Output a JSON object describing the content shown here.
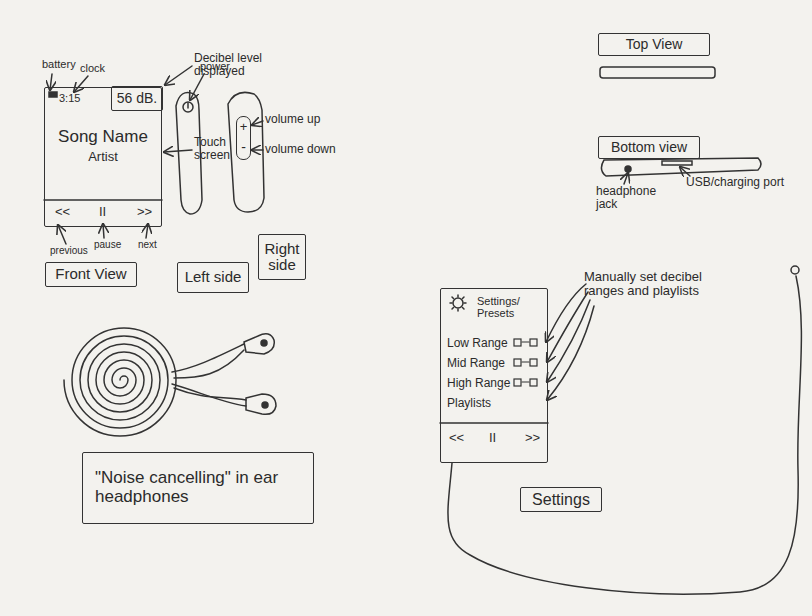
{
  "diagram": {
    "nodes": [
      {
        "text": [
          "3:15",
          "Song Name",
          "Artist",
          "<<",
          "II",
          ">>"
        ]
      },
      {
        "text": [
          "56 dB."
        ],
        "in": 0
      },
      {
        "text": [
          "+",
          "-"
        ]
      },
      {
        "text": [
          "Top View"
        ]
      },
      {
        "text": [
          "Bottom view"
        ]
      },
      {
        "text": [
          "Front View"
        ]
      },
      {
        "text": [
          "Left side"
        ]
      },
      {
        "text": [
          "Right side"
        ]
      },
      {
        "text": [
          "Settings/ Presets",
          "Low Range",
          "Mid Range",
          "High Range",
          "Playlists",
          "<<",
          "II",
          ">>"
        ]
      },
      {
        "text": [
          "Settings"
        ]
      },
      {
        "text": [
          "\"Noise cancelling\" in ear headphones"
        ]
      }
    ],
    "labels": [
      "battery",
      "clock",
      "Decibel level displayed",
      "power",
      "volume up",
      "volume down",
      "Touch screen",
      "previous",
      "pause",
      "next",
      "headphone jack",
      "USB/charging port",
      "Manually set decibel ranges and playlists"
    ]
  }
}
